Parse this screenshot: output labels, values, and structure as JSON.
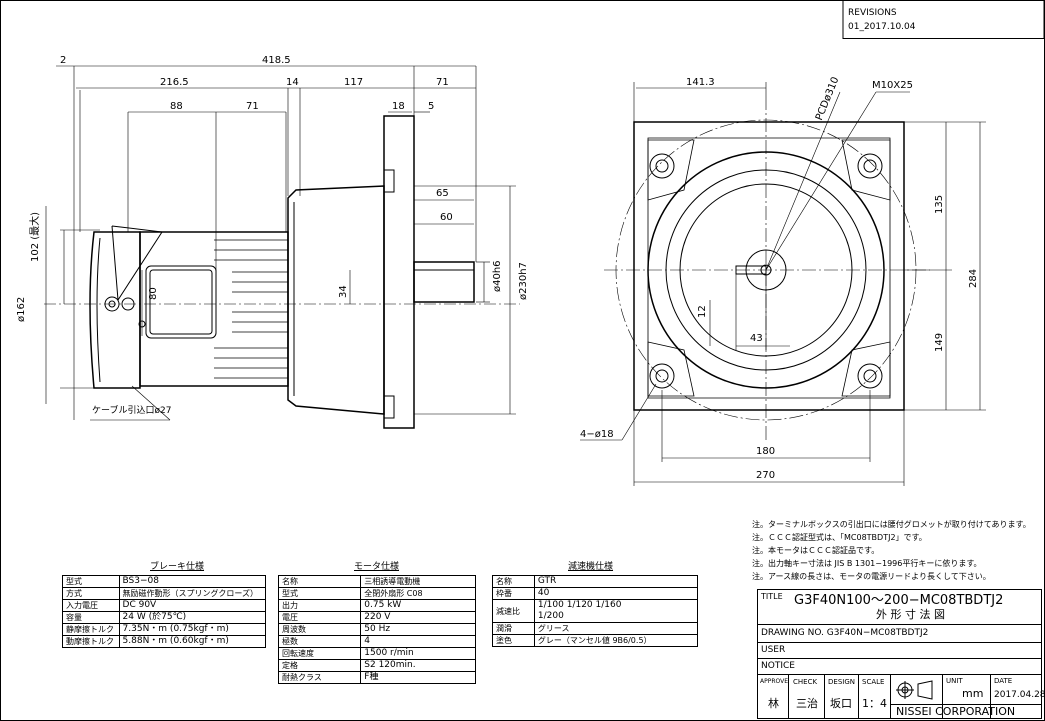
{
  "revisions": {
    "heading": "REVISIONS",
    "entry": "01_2017.10.04"
  },
  "side_view": {
    "dims": {
      "overall": "418.5",
      "offset_left": "2",
      "brake_section": "216.5",
      "flange_thickness": "14",
      "gear_body": "117",
      "shaft_length": "71",
      "brake_88": "88",
      "motor_71": "71",
      "flange_18": "18",
      "shaft_5": "5",
      "key_65": "65",
      "key_60": "60",
      "brake_height": "102 (最大)",
      "motor_dia": "ø162",
      "terminal_80": "80",
      "shaft_offset": "34",
      "shaft_dia": "ø40h6",
      "pilot_dia": "ø230h7"
    },
    "cable_note": "ケーブル引込口ø27"
  },
  "front_view": {
    "dims": {
      "width_half": "141.3",
      "pcd": "PCDø310",
      "tap": "M10X25",
      "upper_height": "135",
      "total_height": "284",
      "lower_height": "149",
      "key_12": "12",
      "key_43": "43",
      "holes": "4−ø18",
      "hole_pitch": "180",
      "base_width": "270"
    }
  },
  "brake_spec": {
    "title": "ブレーキ仕様",
    "rows": [
      [
        "型式",
        "BS3−08"
      ],
      [
        "方式",
        "無励磁作動形（スプリングクローズ）"
      ],
      [
        "入力電圧",
        "DC 90V"
      ],
      [
        "容量",
        "24 W (於75℃)"
      ],
      [
        "静摩擦トルク",
        "7.35N・m (0.75kgf・m)"
      ],
      [
        "動摩擦トルク",
        "5.88N・m (0.60kgf・m)"
      ]
    ]
  },
  "motor_spec": {
    "title": "モータ仕様",
    "rows": [
      [
        "名称",
        "三相誘導電動機"
      ],
      [
        "型式",
        "全閉外扇形 C08"
      ],
      [
        "出力",
        "0.75 kW"
      ],
      [
        "電圧",
        "220 V"
      ],
      [
        "周波数",
        "50 Hz"
      ],
      [
        "極数",
        "4"
      ],
      [
        "回転速度",
        "1500 r/min"
      ],
      [
        "定格",
        "S2 120min."
      ],
      [
        "耐熱クラス",
        "F種"
      ]
    ]
  },
  "reducer_spec": {
    "title": "減速機仕様",
    "rows": [
      [
        "名称",
        "GTR"
      ],
      [
        "枠番",
        "40"
      ],
      [
        "減速比",
        "1/100 1/120 1/160\n1/200"
      ],
      [
        "潤滑",
        "グリース"
      ],
      [
        "塗色",
        "グレー（マンセル値 9B6/0.5）"
      ]
    ]
  },
  "notes": [
    "注。ターミナルボックスの引出口には腰付グロメットが取り付けてあります。",
    "注。ＣＣＣ認証型式は、「MC08TBDTJ2」です。",
    "注。本モータはＣＣＣ認証品です。",
    "注。出力軸キー寸法は JIS B 1301−1996平行キーに依ります。",
    "注。アース線の長さは、モータの電源リードより長くして下さい。"
  ],
  "title_block": {
    "title_label": "TITLE",
    "title": "G3F40N100〜200−MC08TBDTJ2",
    "subtitle": "外 形 寸 法 図",
    "drawing_no": "DRAWING NO. G3F40N−MC08TBDTJ2",
    "user_label": "USER",
    "notice_label": "NOTICE",
    "approve_label": "APPROVE",
    "approve": "林",
    "check_label": "CHECK",
    "check": "三治",
    "design_label": "DESIGN",
    "design": "坂口",
    "scale_label": "SCALE",
    "scale": "1：4",
    "unit_label": "UNIT",
    "unit": "mm",
    "date_label": "DATE",
    "date": "2017.04.28",
    "company": "NISSEI CORPORATION"
  }
}
